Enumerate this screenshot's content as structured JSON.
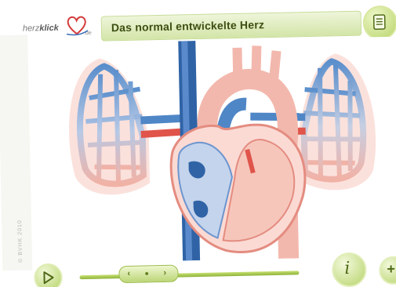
{
  "logo": {
    "brand_light": "herz",
    "brand_bold": "klick",
    "tld": ".de"
  },
  "title": "Das normal entwickelte Herz",
  "icons": {
    "document": "document-icon",
    "play": "play-icon",
    "info": "info-icon",
    "zoom": "zoom-in-icon",
    "heart_logo": "heart-logo-icon"
  },
  "footer": {
    "info_label": "i",
    "zoom_label": "+",
    "slider": {
      "prev": "‹",
      "drop": "●",
      "next": "›"
    }
  },
  "side_caption": "© BVHK 2010",
  "colors": {
    "accent_green": "#b6d36a",
    "title_text": "#3d4f12",
    "blood_blue": "#4f86c6",
    "blood_red": "#e66a5e",
    "oxy_pink": "#f7c9c0"
  }
}
